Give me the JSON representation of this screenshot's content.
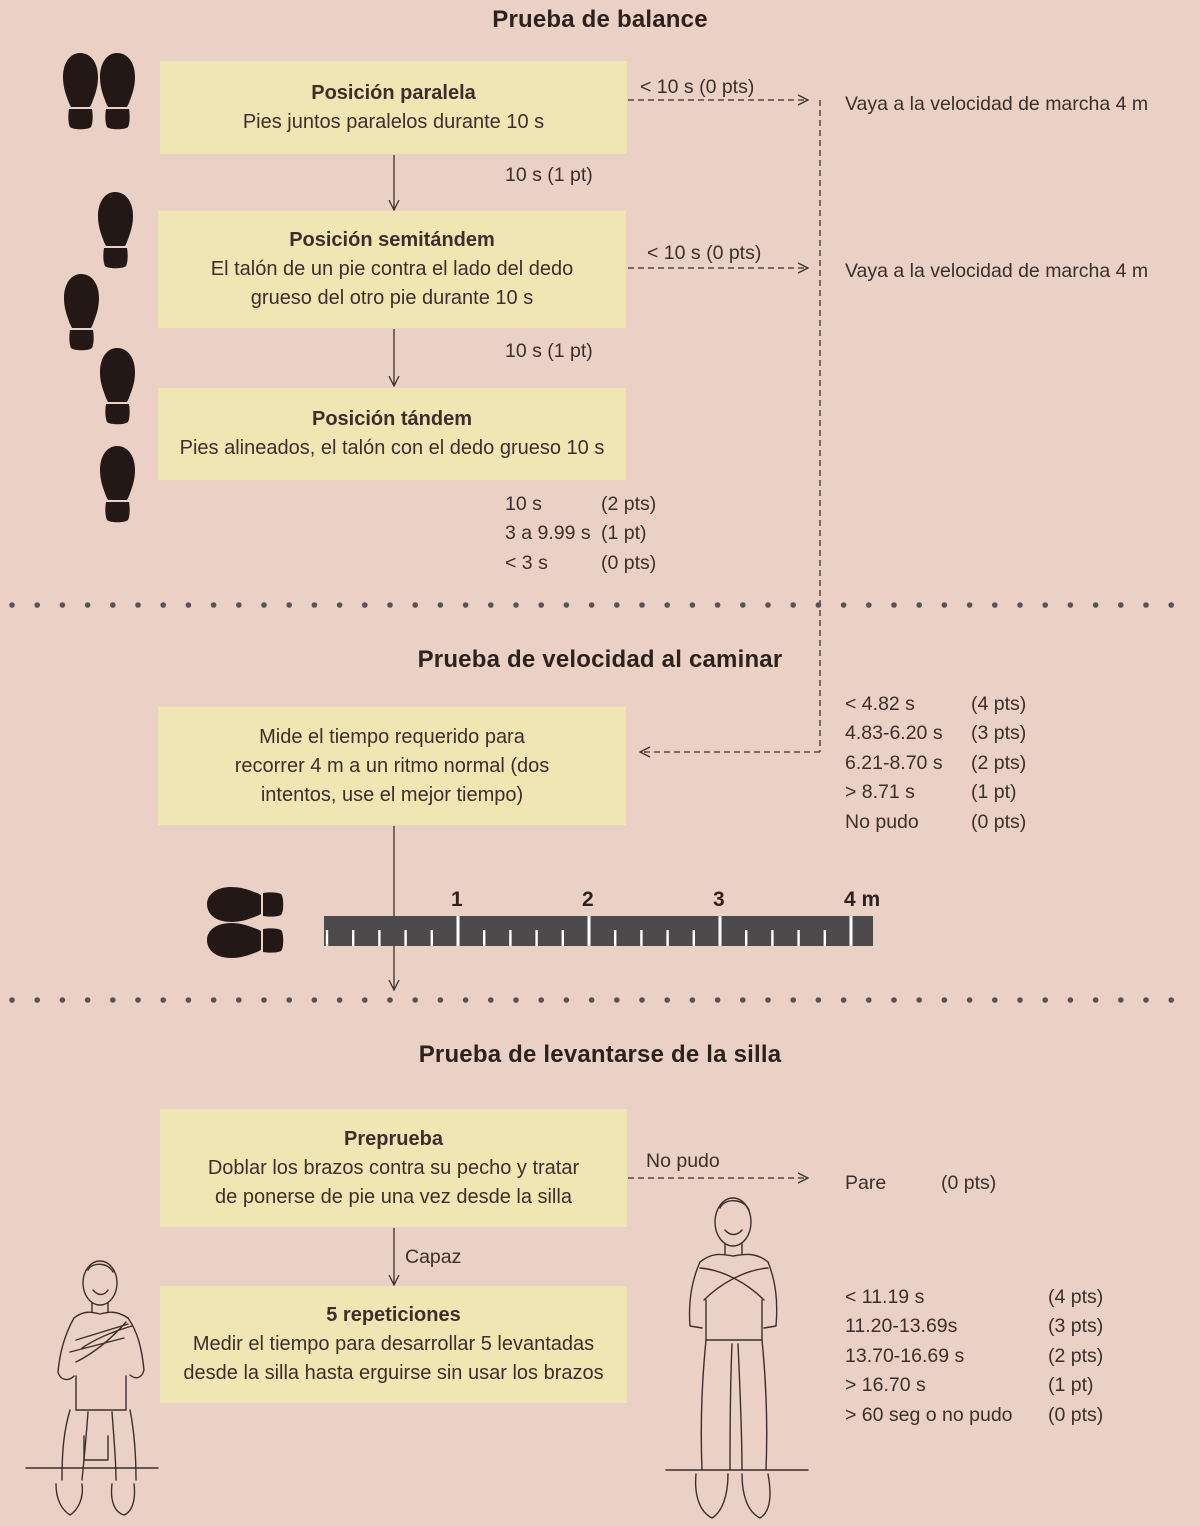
{
  "balance": {
    "title": "Prueba de balance",
    "parallel": {
      "heading": "Posición paralela",
      "desc": "Pies juntos paralelos durante 10 s"
    },
    "semitandem": {
      "heading": "Posición semitándem",
      "desc_line1": "El talón de un pie contra el lado del dedo",
      "desc_line2": "grueso del otro pie durante 10 s"
    },
    "tandem": {
      "heading": "Posición tándem",
      "desc": "Pies alineados, el talón con el dedo grueso 10 s"
    },
    "fail_label_1": "< 10 s (0 pts)",
    "fail_label_2": "< 10 s (0 pts)",
    "pass_label_1": "10 s (1 pt)",
    "pass_label_2": "10 s (1 pt)",
    "goto_label_1": "Vaya a la velocidad de marcha 4 m",
    "goto_label_2": "Vaya a la velocidad de marcha 4 m",
    "tandem_scores": [
      {
        "time": "10 s",
        "points": "(2 pts)"
      },
      {
        "time": "3 a 9.99 s",
        "points": "(1 pt)"
      },
      {
        "time": "< 3 s",
        "points": "(0 pts)"
      }
    ]
  },
  "gait": {
    "title": "Prueba de velocidad al caminar",
    "desc_line1": "Mide el tiempo requerido para",
    "desc_line2": "recorrer 4 m a un ritmo normal (dos",
    "desc_line3": "intentos, use el mejor tiempo)",
    "scores": [
      {
        "time": "< 4.82 s",
        "points": "(4 pts)"
      },
      {
        "time": "4.83-6.20 s",
        "points": "(3 pts)"
      },
      {
        "time": "6.21-8.70 s",
        "points": "(2 pts)"
      },
      {
        "time": "> 8.71 s",
        "points": "(1 pt)"
      },
      {
        "time": "No pudo",
        "points": "(0 pts)"
      }
    ],
    "ruler_labels": [
      "1",
      "2",
      "3",
      "4 m"
    ]
  },
  "chair": {
    "title": "Prueba de levantarse de la silla",
    "pretest": {
      "heading": "Preprueba",
      "desc_line1": "Doblar los brazos contra su pecho y tratar",
      "desc_line2": "de ponerse de pie una vez desde la silla"
    },
    "fail_label": "No pudo",
    "stop_label": "Pare",
    "stop_points": "(0 pts)",
    "able_label": "Capaz",
    "reps": {
      "heading": "5 repeticiones",
      "desc_line1": "Medir el tiempo para desarrollar 5 levantadas",
      "desc_line2": "desde la silla hasta erguirse sin usar los brazos"
    },
    "scores": [
      {
        "time": "< 11.19 s",
        "points": "(4 pts)"
      },
      {
        "time": "11.20-13.69s",
        "points": "(3 pts)"
      },
      {
        "time": "13.70-16.69 s",
        "points": "(2 pts)"
      },
      {
        "time": "> 16.70 s",
        "points": "(1 pt)"
      },
      {
        "time": "> 60 seg o no pudo",
        "points": "(0 pts)"
      }
    ]
  },
  "colors": {
    "background": "#ebd1c5",
    "box": "#f0e6b4",
    "ink": "#2d211e",
    "ruler": "#4d4a4b"
  }
}
